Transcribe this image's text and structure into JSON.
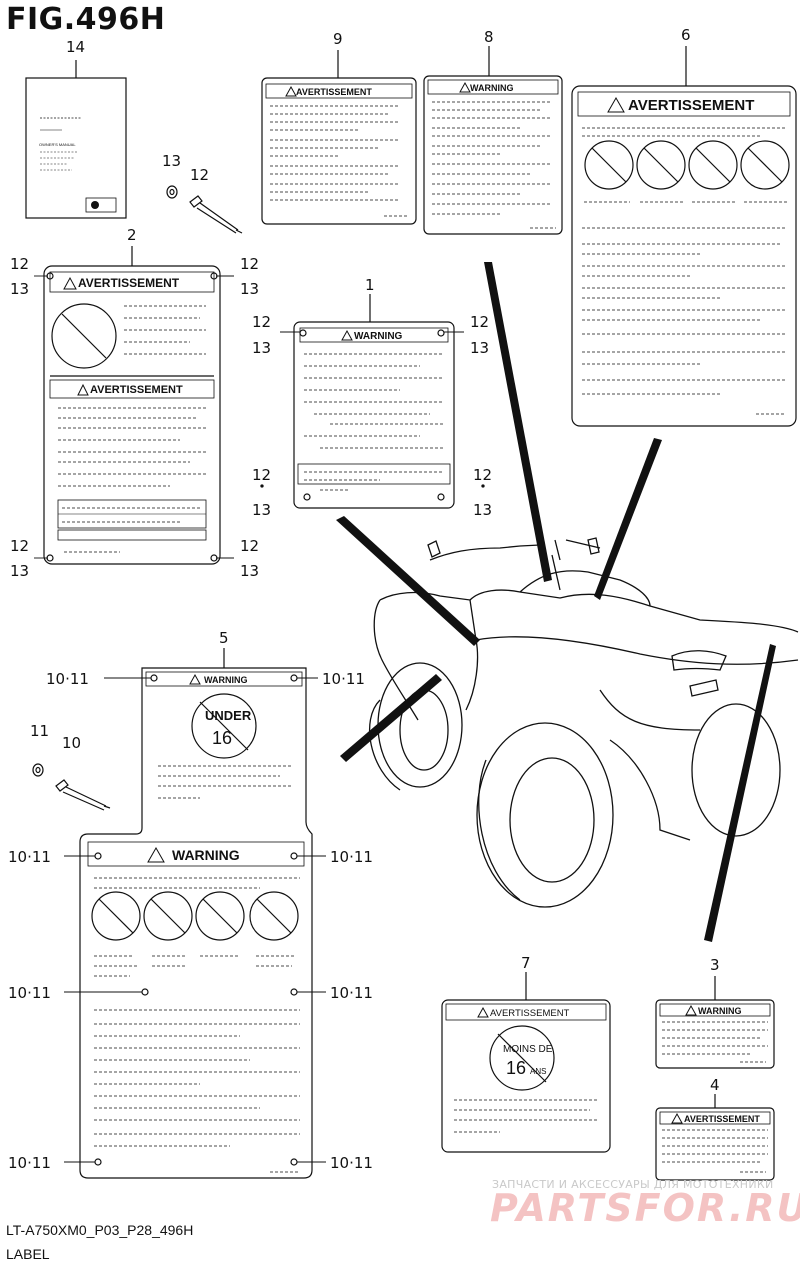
{
  "figure": {
    "title": "FIG.496H",
    "code": "LT-A750XM0_P03_P28_496H",
    "caption": "LABEL"
  },
  "callouts": {
    "p1": "1",
    "p2": "2",
    "p3": "3",
    "p4": "4",
    "p5": "5",
    "p6": "6",
    "p7": "7",
    "p8": "8",
    "p9": "9",
    "p10": "10",
    "p11": "11",
    "p12": "12",
    "p13": "13",
    "p14": "14",
    "pair": "10·11"
  },
  "labels": {
    "warning": "WARNING",
    "avertissement": "AVERTISSEMENT",
    "under": "UNDER",
    "age16": "16",
    "moins_de": "MOINS DE",
    "ans": "ANS",
    "manual_title": "OWNER'S MANUAL"
  },
  "watermark": {
    "ru_text": "ЗАПЧАСТИ И АКСЕССУАРЫ ДЛЯ МОТОТЕХНИКИ",
    "logo": "PARTSFOR.RU"
  },
  "colors": {
    "ink": "#111111",
    "watermark_red": "#d72828"
  }
}
